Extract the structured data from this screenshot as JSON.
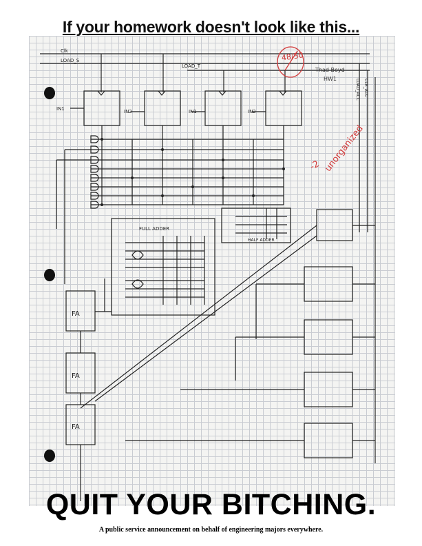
{
  "poster": {
    "headline": "If your homework doesn't look like this...",
    "tagline": "QUIT YOUR BITCHING.",
    "footer": "A public service announcement on behalf of engineering majors everywhere."
  },
  "homework": {
    "grade": "48/50",
    "name": "Thad Boyd",
    "assignment": "HW1",
    "comment": "unorganized",
    "deduction": "-2",
    "ink_color": "#222222",
    "grader_color": "#d23a3a",
    "labels": {
      "clk": "Clk",
      "load_s": "LOAD_S",
      "load_t": "LOAD_T",
      "load_acc": "LOAD_ACC",
      "clr_acc": "CLR_ACC",
      "in1": "IN1",
      "in2": "IN2",
      "full_adder": "FULL ADDER",
      "half_adder": "HALF ADDER",
      "fa": "FA"
    }
  }
}
